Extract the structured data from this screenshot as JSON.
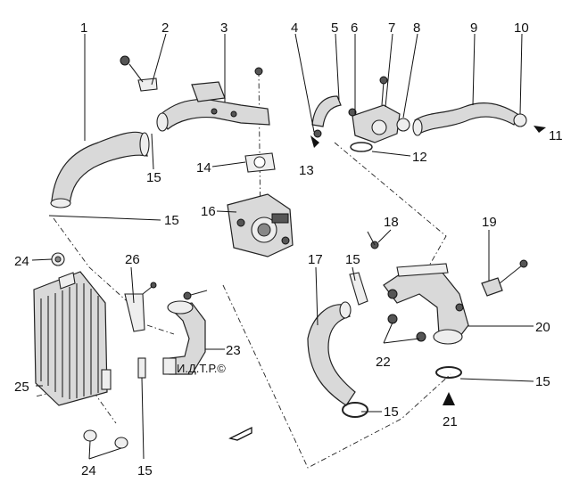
{
  "callouts": [
    "1",
    "2",
    "3",
    "4",
    "5",
    "6",
    "7",
    "8",
    "9",
    "10",
    "11",
    "12",
    "13",
    "14",
    "15",
    "16",
    "17",
    "18",
    "19",
    "20",
    "21",
    "22",
    "23",
    "24",
    "25",
    "26"
  ],
  "labels": {
    "l1": "1",
    "l2": "2",
    "l3": "3",
    "l4": "4",
    "l5": "5",
    "l6": "6",
    "l7": "7",
    "l8": "8",
    "l9": "9",
    "l10": "10",
    "l11": "11",
    "l12": "12",
    "l13": "13",
    "l14": "14",
    "l15a": "15",
    "l15b": "15",
    "l15c": "15",
    "l15d": "15",
    "l15e": "15",
    "l15f": "15",
    "l16": "16",
    "l17": "17",
    "l18": "18",
    "l19": "19",
    "l20": "20",
    "l21": "21",
    "l22": "22",
    "l23": "23",
    "l24a": "24",
    "l24b": "24",
    "l25": "25",
    "l26": "26"
  },
  "credit": "И.Д.Т.Р.©"
}
